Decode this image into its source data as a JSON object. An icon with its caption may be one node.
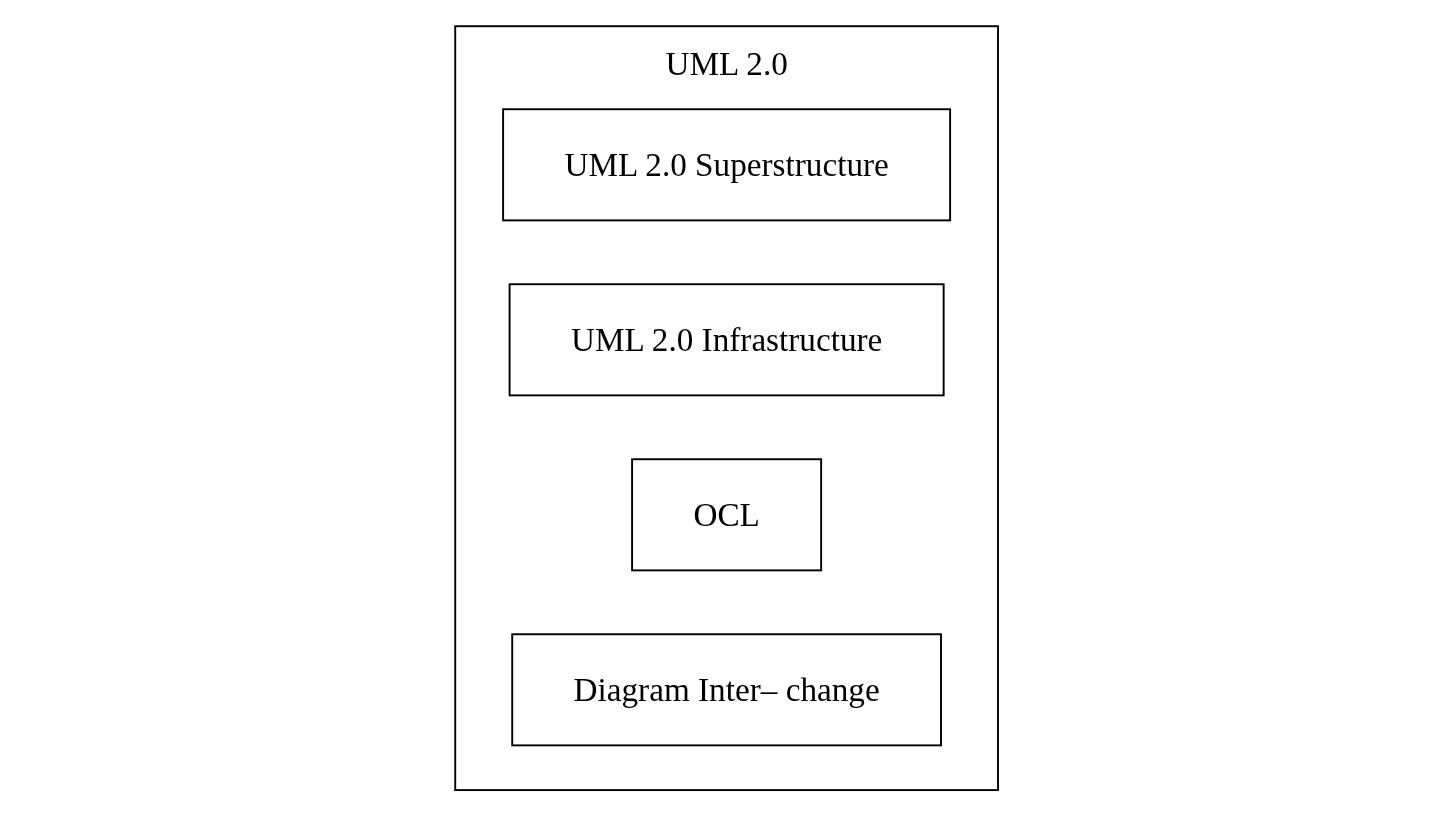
{
  "diagram": {
    "nodes": [
      {
        "text": [
          "UML 2.0"
        ]
      },
      {
        "text": [
          "UML 2.0 Superstructure"
        ],
        "in": 0
      },
      {
        "text": [
          "UML 2.0 Infrastructure"
        ],
        "in": 0
      },
      {
        "text": [
          "OCL"
        ],
        "in": 0
      },
      {
        "text": [
          "Diagram Inter– change"
        ],
        "in": 0
      }
    ]
  }
}
